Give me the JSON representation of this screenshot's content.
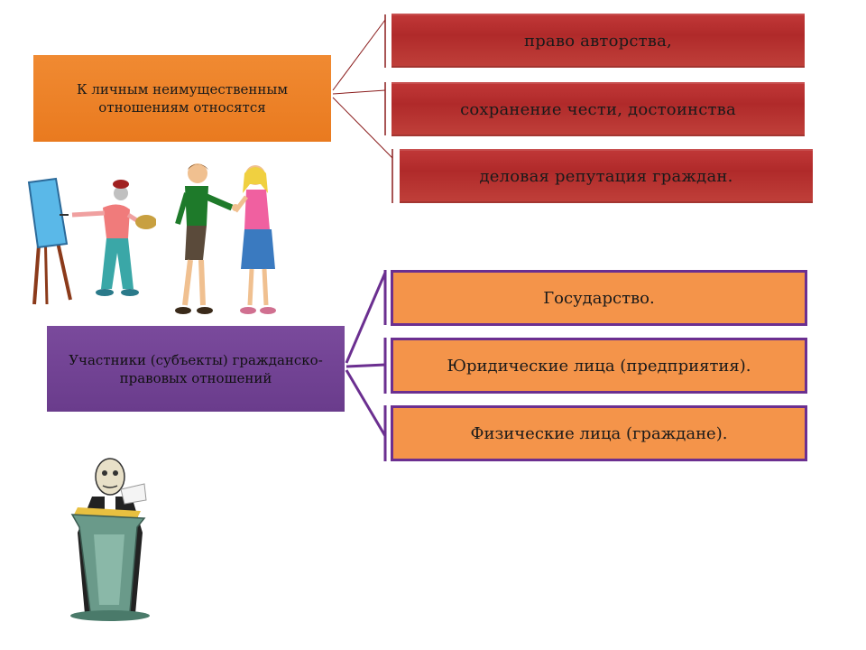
{
  "personal_relations": {
    "source": "К личным неимущественным отношениям относятся",
    "items": [
      "право авторства,",
      "сохранение чести, достоинства",
      "деловая репутация граждан."
    ]
  },
  "participants": {
    "source": "Участники (субъекты) гражданско-правовых отношений",
    "items": [
      "Государство.",
      "Юридические лица (предприятия).",
      "Физические лица (граждане)."
    ]
  },
  "colors": {
    "orange": "#e97a1f",
    "red": "#b02a2a",
    "purple": "#6a3c8c",
    "light_orange": "#f4944a",
    "purple_border": "#6b2f90"
  },
  "illustrations": [
    "painter-clipart",
    "people-greeting-clipart",
    "speaker-at-podium-clipart"
  ]
}
